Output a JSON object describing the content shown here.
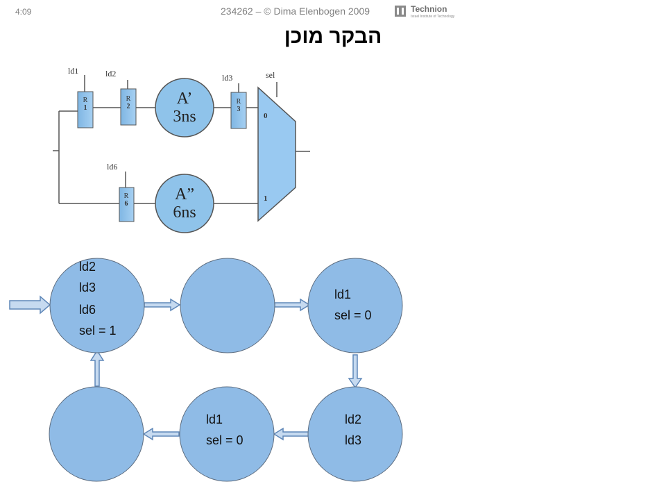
{
  "header": {
    "slide_number": "4:09",
    "course": "234262 – © Dima Elenbogen 2009",
    "logo_text": "Technion",
    "logo_subtext": "Israel Institute of Technology"
  },
  "title": "הבקר מוכן",
  "circuit": {
    "signals": {
      "ld1": "ld1",
      "ld2": "ld2",
      "ld3": "ld3",
      "ld6": "ld6",
      "sel": "sel"
    },
    "registers": [
      {
        "id": "r1",
        "top": "R",
        "num": "1"
      },
      {
        "id": "r2",
        "top": "R",
        "num": "2"
      },
      {
        "id": "r3",
        "top": "R",
        "num": "3"
      },
      {
        "id": "r6",
        "top": "R",
        "num": "6"
      }
    ],
    "units": [
      {
        "id": "a1",
        "name": "A’",
        "delay": "3ns"
      },
      {
        "id": "a2",
        "name": "A”",
        "delay": "6ns"
      }
    ],
    "mux": {
      "in0": "0",
      "in1": "1"
    }
  },
  "fsm": {
    "states": [
      {
        "id": "s1",
        "lines": [
          "ld2",
          "ld3",
          "ld6",
          "sel = 1"
        ]
      },
      {
        "id": "s2",
        "lines": []
      },
      {
        "id": "s3",
        "lines": [
          "ld1",
          "sel = 0"
        ]
      },
      {
        "id": "s4",
        "lines": [
          "ld2",
          "ld3"
        ]
      },
      {
        "id": "s5",
        "lines": [
          "ld1",
          "sel = 0"
        ]
      },
      {
        "id": "s6",
        "lines": []
      }
    ]
  },
  "colors": {
    "register_fill": "#8fc3ea",
    "unit_fill": "#8fc3ea",
    "mux_fill": "#99c9f1",
    "state_fill": "#8fbbe6",
    "arrow_fill": "#c6daf0",
    "arrow_stroke": "#5f87b8",
    "wire": "#555555"
  }
}
